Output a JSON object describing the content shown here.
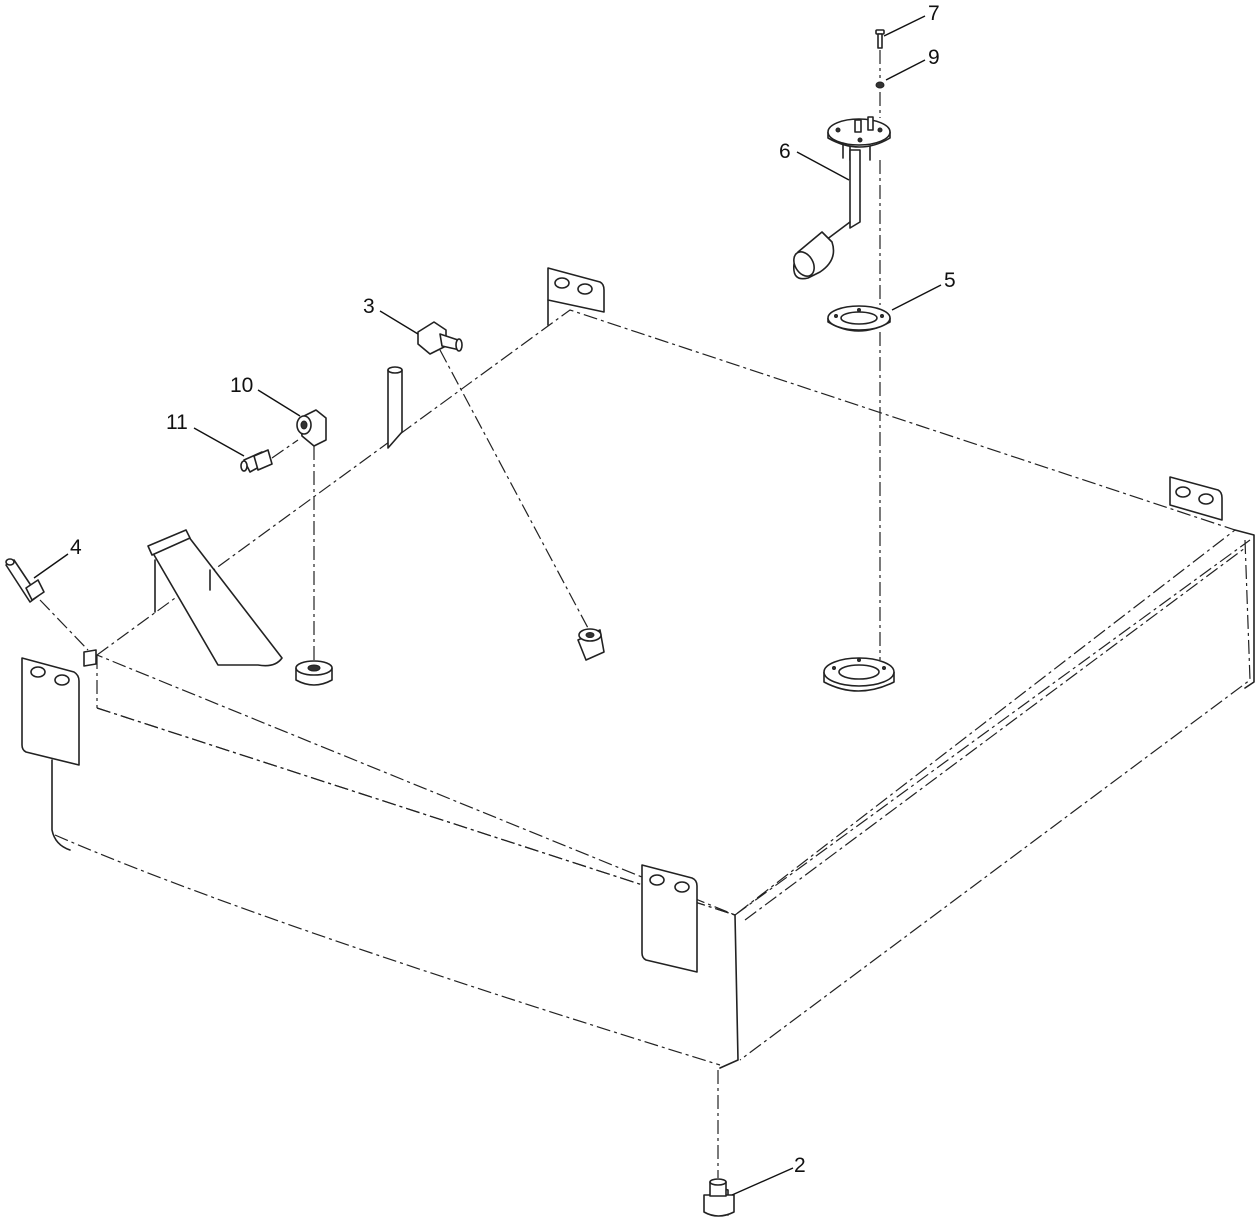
{
  "callouts": [
    {
      "id": "c2",
      "label": "2"
    },
    {
      "id": "c3",
      "label": "3"
    },
    {
      "id": "c4",
      "label": "4"
    },
    {
      "id": "c5",
      "label": "5"
    },
    {
      "id": "c6",
      "label": "6"
    },
    {
      "id": "c7",
      "label": "7"
    },
    {
      "id": "c9",
      "label": "9"
    },
    {
      "id": "c10",
      "label": "10"
    },
    {
      "id": "c11",
      "label": "11"
    }
  ],
  "colors": {
    "line": "#222222",
    "background": "#ffffff"
  }
}
